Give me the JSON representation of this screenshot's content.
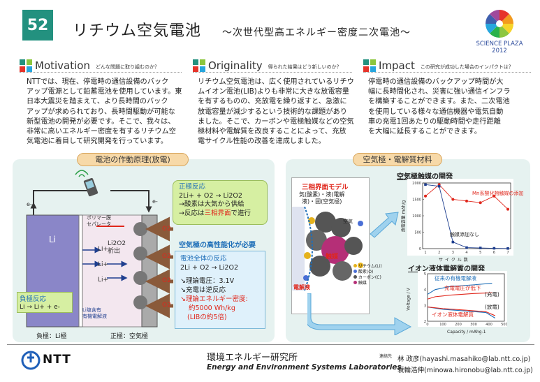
{
  "header": {
    "number": "52",
    "title": "リチウム空気電池",
    "subtitle": "～次世代型高エネルギー密度二次電池～",
    "logo_text": "SCIENCE PLAZA 2012"
  },
  "sections": [
    {
      "name": "Motivation",
      "question": "どんな問題に取り組むのか？",
      "lines": [
        "NTTでは、現在、停電時の通信設備のバック",
        "アップ電源として鉛蓄電池を使用しています。東",
        "日本大震災を踏まえて、より長時間のバック",
        "アップが求められており、長時間駆動が可能な",
        "新型電池の開発が必要です。そこで、我々は、",
        "非常に高いエネルギー密度を有するリチウム空",
        "気電池に着目して研究開発を行っています。"
      ]
    },
    {
      "name": "Originality",
      "question": "得られた結果はどう新しいのか？",
      "lines": [
        "リチウム空気電池は、広く使用されているリチウ",
        "ムイオン電池(LIB)よりも非常に大きな放電容量",
        "を有するものの、充放電を繰り返すと、急激に",
        "放電容量が減少するという技術的な課題があり",
        "ました。そこで、カーボンや電極触媒などの空気",
        "極材料や電解質を改良することによって、充放",
        "電サイクル性能の改善を達成しました。"
      ]
    },
    {
      "name": "Impact",
      "question": "この研究が成功した場合のインパクトは？",
      "lines": [
        "停電時の通信設備のバックアップ時間が大",
        "幅に長時間化され、災害に強い通信インフラ",
        "を構築することができます。また、二次電池",
        "を使用している様々な通信機器や電気自動",
        "車の充電1回あたりの駆動時間や走行距離",
        "を大幅に延長することができます。"
      ]
    }
  ],
  "left_panel": {
    "title": "電池の作動原理(放電)",
    "e_left": "e-",
    "e_right": "e-",
    "li_label": "Li",
    "polymer_label": "ポリマー膜\nセパレータ",
    "li_ion_1": "Li+",
    "li_ion_2": "Li+",
    "li_ion_3": "Li+",
    "precip": "Li2O2\n析出",
    "o2": "O2",
    "electrolyte_label": "Li塩含有\n有機電解液",
    "pos_title": "正極反応",
    "pos_eq": "2Li+ + O2 → Li2O2",
    "pos_line1": "→酸素は大気から供給",
    "pos_line2_a": "→反応は",
    "pos_line2_b": "三相界面",
    "pos_line2_c": "で進行",
    "neg_title": "負極反応",
    "neg_eq": "Li → Li+ + e-",
    "highlight": "空気極の高性能化が必要",
    "total_title": "電池全体の反応",
    "total_eq": "2Li + O2 → Li2O2",
    "v1": "↘理論電圧：3.1V",
    "v2": "↘充電は逆反応",
    "v3": "↘理論エネルギー密度:",
    "v4": "約5000 Wh/kg",
    "v5": "(LIBの約5倍)",
    "neg_electrode": "負極：Li極",
    "pos_electrode": "正極：空気極"
  },
  "right_panel": {
    "title": "空気極・電解質材料",
    "model_title": "三相界面モデル",
    "model_sub": "気(酸素)・液(電解\n液)・固(空気極)",
    "legend": [
      "リチウム(Li)",
      "酸素(O)",
      "カーボン(C)",
      "触媒"
    ],
    "kuki": "空気",
    "shokubai": "触媒",
    "denkaieki": "電解液",
    "chart1_title": "空気極触媒の開発",
    "chart1_series1": "Mn系酸化物触媒の添加",
    "chart1_series2": "触媒添加なし",
    "chart1_xlabel": "サイクル数",
    "chart1_ylabel": "放電容量 mAh/g",
    "chart1_yticks": [
      "2000",
      "1500",
      "1000",
      "500",
      "0"
    ],
    "chart1_xticks": [
      "1",
      "2",
      "3",
      "4",
      "5",
      "6",
      "7"
    ],
    "chart2_title": "イオン液体電解質の開発",
    "chart2_label_a": "従来の有機電解液",
    "chart2_label_b": "充電電圧が低下",
    "chart2_label_c": "(充電)",
    "chart2_label_d": "(放電)",
    "chart2_label_e": "イオン液体電解質",
    "chart2_xlabel": "Capacity / mAhg-1",
    "chart2_ylabel": "Voltage / V",
    "chart2_yticks": [
      "5",
      "4",
      "3",
      "2"
    ],
    "chart2_xticks": [
      "0",
      "100",
      "200",
      "300",
      "400",
      "500"
    ]
  },
  "footer": {
    "company": "NTT",
    "lab_jp": "環境エネルギー研究所",
    "lab_en": "Energy and Environment Systems Laboratories",
    "contact_label": "連絡先",
    "contact1": "林 政彦(hayashi.masahiko@lab.ntt.co.jp)",
    "contact2": "蓑輪浩伸(minowa.hironobu@lab.ntt.co.jp)"
  },
  "colors": {
    "accent": "#23917f",
    "pill": "#f7d9a8",
    "green_box": "#d6efa2",
    "blue_box": "#dff1fb",
    "red_text": "#e0261b",
    "blue_text": "#1f6fb8"
  },
  "chart_data": [
    {
      "type": "line",
      "title": "空気極触媒の開発",
      "xlabel": "サイクル数",
      "ylabel": "放電容量 mAh/g",
      "x": [
        1,
        2,
        3,
        4,
        5,
        6,
        7
      ],
      "ylim": [
        0,
        2000
      ],
      "series": [
        {
          "name": "Mn系酸化物触媒の添加",
          "values": [
            1600,
            1950,
            1500,
            1450,
            1400,
            1600,
            1200
          ]
        },
        {
          "name": "触媒添加なし",
          "values": [
            1950,
            1900,
            200,
            30,
            20,
            10,
            5
          ]
        }
      ]
    },
    {
      "type": "line",
      "title": "イオン液体電解質の開発",
      "xlabel": "Capacity / mAhg-1",
      "ylabel": "Voltage / V",
      "xlim": [
        0,
        500
      ],
      "ylim": [
        2,
        5
      ],
      "series": [
        {
          "name": "従来の有機電解液",
          "values": [
            [
              0,
              3.7
            ],
            [
              50,
              4.0
            ],
            [
              150,
              4.2
            ],
            [
              300,
              4.3
            ],
            [
              420,
              4.4
            ]
          ]
        },
        {
          "name": "イオン液体電解質",
          "values": [
            [
              0,
              3.4
            ],
            [
              50,
              3.55
            ],
            [
              150,
              3.65
            ],
            [
              300,
              3.75
            ],
            [
              420,
              3.8
            ]
          ]
        },
        {
          "name": "従来の有機電解液",
          "values": [
            [
              0,
              2.9
            ],
            [
              100,
              2.75
            ],
            [
              250,
              2.65
            ],
            [
              380,
              2.55
            ],
            [
              440,
              2.2
            ]
          ]
        },
        {
          "name": "イオン液体電解質",
          "values": [
            [
              0,
              2.9
            ],
            [
              100,
              2.8
            ],
            [
              250,
              2.7
            ],
            [
              380,
              2.6
            ],
            [
              440,
              2.35
            ]
          ]
        }
      ]
    }
  ]
}
